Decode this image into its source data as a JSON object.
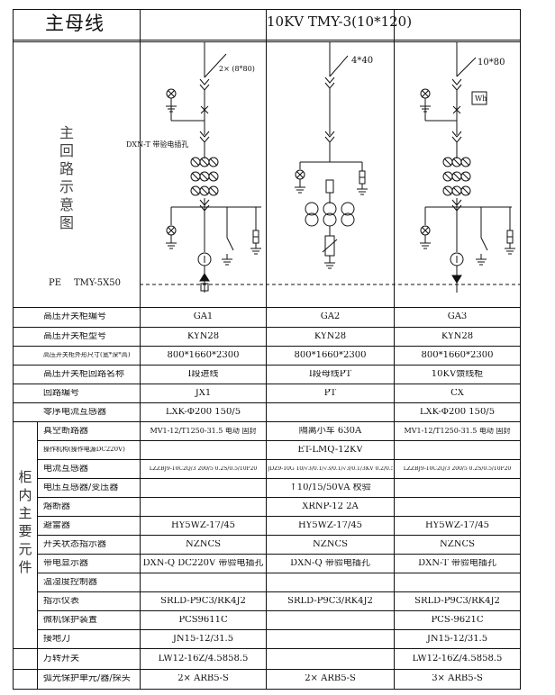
{
  "header": {
    "title_left": "主母线",
    "title_right": "10KV TMY-3(10*120)"
  },
  "left_section": {
    "main_circuit_label": [
      "主",
      "回",
      "路",
      "示",
      "意",
      "图"
    ],
    "pe_label": "PE",
    "pe_spec": "TMY-5X50",
    "components_label": [
      "柜",
      "内",
      "主",
      "要",
      "元",
      "件"
    ]
  },
  "diagram": {
    "col1_busbar": "2× (8*80)",
    "col1_note": "DXN-T 带验电插孔",
    "col2_busbar": "4*40",
    "col3_busbar": "10*80",
    "col3_meter": "Wh"
  },
  "rows": [
    {
      "label": "高压开关柜编号",
      "c1": "GA1",
      "c2": "GA2",
      "c3": "GA3"
    },
    {
      "label": "高压开关柜型号",
      "c1": "KYN28",
      "c2": "KYN28",
      "c3": "KYN28"
    },
    {
      "label": "高压开关柜外形尺寸(宽*深*高)",
      "c1": "800*1660*2300",
      "c2": "800*1660*2300",
      "c3": "800*1660*2300"
    },
    {
      "label": "高压开关柜回路名称",
      "c1": "Ⅰ段进线",
      "c2": "Ⅰ段母线PT",
      "c3": "10KV馈线柜"
    },
    {
      "label": "回路编号",
      "c1": "JX1",
      "c2": "PT",
      "c3": "CX"
    },
    {
      "label": "零序电流互感器",
      "c1": "LXK-Φ200 150/5",
      "c2": "",
      "c3": "LXK-Φ200 150/5"
    },
    {
      "label": "真空断路器",
      "c1": "MV1-12/T1250-31.5 电动 固封",
      "c2": "隔离小车 630A",
      "c3": "MV1-12/T1250-31.5 电动 固封"
    },
    {
      "label": "操作机构(操作电源DC220V)",
      "c1": "",
      "c2": "ET-LMQ-12KV",
      "c3": ""
    },
    {
      "label": "电流互感器",
      "c1": "LZZBJ9-10C2Q/3 200/5 0.2S/0.5/10P20",
      "c2": "JDZ9-10G 10/√3/0.1/√3/0.1/√3/0.1/3KV 0.2/0.5/3P",
      "c3": "LZZBJ9-10C2Q/3 200/5 0.2S/0.5/10P20"
    },
    {
      "label": "电压互感器/变压器",
      "c1": "",
      "c2": "↑10/15/50VA 校验",
      "c3": ""
    },
    {
      "label": "熔断器",
      "c1": "",
      "c2": "XRNP-12 2A",
      "c3": ""
    },
    {
      "label": "避雷器",
      "c1": "HY5WZ-17/45",
      "c2": "HY5WZ-17/45",
      "c3": "HY5WZ-17/45"
    },
    {
      "label": "开关状态指示器",
      "c1": "NZNCS",
      "c2": "NZNCS",
      "c3": "NZNCS"
    },
    {
      "label": "带电显示器",
      "c1": "DXN-Q DC220V 带验电插孔",
      "c2": "DXN-Q 带验电插孔",
      "c3": "DXN-T 带验电插孔"
    },
    {
      "label": "温湿度控制器",
      "c1": "",
      "c2": "",
      "c3": ""
    },
    {
      "label": "指示仪表",
      "c1": "SRLD-P9C3/RK4J2",
      "c2": "SRLD-P9C3/RK4J2",
      "c3": "SRLD-P9C3/RK4J2"
    },
    {
      "label": "微机保护装置",
      "c1": "PCS9611C",
      "c2": "",
      "c3": "PCS-9621C"
    },
    {
      "label": "接地刀",
      "c1": "JN15-12/31.5",
      "c2": "",
      "c3": "JN15-12/31.5"
    },
    {
      "label": "万转开关",
      "c1": "LW12-16Z/4.5858.5",
      "c2": "",
      "c3": "LW12-16Z/4.5858.5"
    },
    {
      "label": "弧光保护单元/器/探头",
      "c1": "2× ARB5-S",
      "c2": "2× ARB5-S",
      "c3": "3× ARB5-S"
    }
  ],
  "colors": {
    "line": "#111111",
    "background": "#ffffff"
  }
}
